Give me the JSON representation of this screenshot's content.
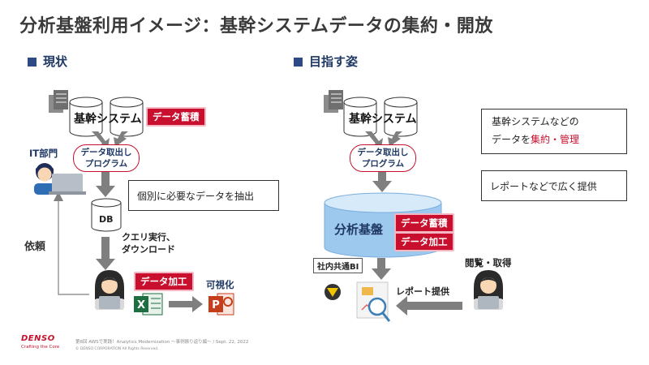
{
  "title": "分析基盤利用イメージ：基幹システムデータの集約・開放",
  "current": {
    "heading": "現状",
    "core_system": "基幹システム",
    "tag_accumulate": "データ蓄積",
    "it_dept": "IT部門",
    "extract_program": [
      "データ取出し",
      "プログラム"
    ],
    "note_extract": "個別に必要なデータを抽出",
    "db": "DB",
    "query": [
      "クエリ実行、",
      "ダウンロード"
    ],
    "request": "依頼",
    "tag_process": "データ加工",
    "visualize": "可視化"
  },
  "goal": {
    "heading": "目指す姿",
    "core_system": "基幹システム",
    "extract_program": [
      "データ取出し",
      "プログラム"
    ],
    "platform": "分析基盤",
    "tag_accumulate": "データ蓄積",
    "tag_process": "データ加工",
    "note1_pre": "基幹システムなどの",
    "note1_line2_pre": "データを",
    "note1_accent": "集約・管理",
    "note2": "レポートなどで広く提供",
    "bi": "社内共通BI",
    "report": "レポート提供",
    "browse": "閲覧・取得"
  },
  "footer": {
    "brand": "DENSO",
    "tagline": "Crafting the Core",
    "event": "第8回 AWSで実践！Analytics Modernization ～事例振り返り編～ / Sept. 22, 2022",
    "copyright": "© DENSO CORPORATION All Rights Reserved."
  },
  "colors": {
    "accent": "#c8102e",
    "navy": "#1f3864",
    "arrow": "#7f7f7f",
    "platform": "#9ec9ef"
  }
}
